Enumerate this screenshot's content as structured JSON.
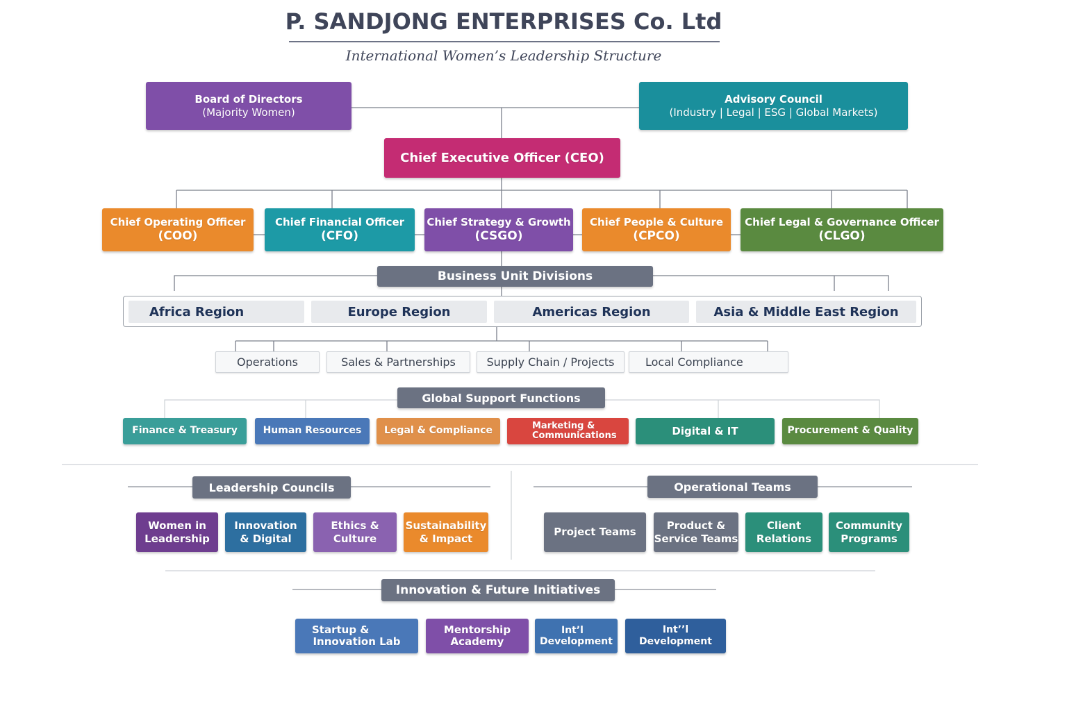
{
  "title": "P. SANDJONG ENTERPRISES Co. Ltd",
  "subtitle": "International Women’s Leadership Structure",
  "board": {
    "line1": "Board of Directors",
    "line2": "(Majority Women)"
  },
  "advisory": {
    "line1": "Advisory Council",
    "line2": "(Industry | Legal | ESG |  Global Markets)"
  },
  "ceo": "Chief Executive Officer (CEO)",
  "executives": [
    {
      "line1": "Chief Operating Officer",
      "line2": "(COO)"
    },
    {
      "line1": "Chief Financial Officer",
      "line2": "(CFO)"
    },
    {
      "line1": "Chief Strategy & Growth",
      "line2": "(CSGO)"
    },
    {
      "line1": "Chief People & Culture",
      "line2": "(CPCO)"
    },
    {
      "line1": "Chief Legal & Governance Officer",
      "line2": "(CLGO)"
    }
  ],
  "business_units": {
    "header": "Business Unit Divisions",
    "regions": [
      "Africa Region",
      "Europe Region",
      "Americas Region",
      "Asia  &  Middle East Region"
    ],
    "functions": [
      "Operations",
      "Sales & Partnerships",
      "Supply Chain / Projects",
      "Local Compliance"
    ]
  },
  "global_support": {
    "header": "Global Support Functions",
    "items": [
      {
        "line1": "Finance & Treasury"
      },
      {
        "line1": "Human Resources"
      },
      {
        "line1": "Legal & Compliance"
      },
      {
        "line1": "Marketing &",
        "line2": "Communications"
      },
      {
        "line1": "Digital  &  IT"
      },
      {
        "line1": "Procurement & Quality"
      }
    ]
  },
  "leadership_councils": {
    "header": "Leadership Councils",
    "items": [
      {
        "line1": "Women in",
        "line2": "Leadership"
      },
      {
        "line1": "Innovation",
        "line2": "& Digital"
      },
      {
        "line1": "Ethics &",
        "line2": "Culture"
      },
      {
        "line1": "Sustainability",
        "line2": "& Impact"
      }
    ]
  },
  "operational_teams": {
    "header": "Operational Teams",
    "items": [
      {
        "line1": "Project Teams"
      },
      {
        "line1": "Product &",
        "line2": "Service Teams"
      },
      {
        "line1": "Client",
        "line2": "Relations"
      },
      {
        "line1": "Community",
        "line2": "Programs"
      }
    ]
  },
  "innovation": {
    "header": "Innovation  &  Future Initiatives",
    "items": [
      {
        "line1": "Startup &",
        "line2": "Innovation Lab"
      },
      {
        "line1": "Mentorship",
        "line2": "Academy"
      },
      {
        "line1": "Int’l",
        "line2": "Development"
      },
      {
        "line1": "Int’’l Development"
      }
    ]
  },
  "colors": {
    "purple": "#7f4fa8",
    "teal": "#1d9aa6",
    "magenta": "#c42c73",
    "orange": "#ea8a2c",
    "green": "#5a8a40",
    "slate": "#6b7282",
    "red": "#d9463f",
    "blue": "#4a78b8"
  }
}
